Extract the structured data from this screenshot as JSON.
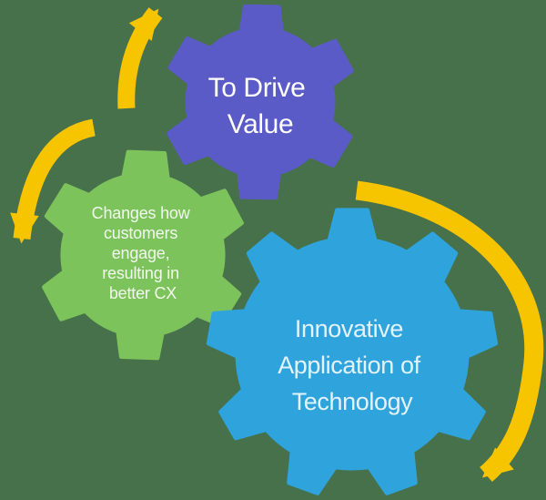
{
  "background_color": "#47714A",
  "arrows": {
    "color": "#F7C500"
  },
  "gears": [
    {
      "id": "to-drive-value",
      "color": "#5B5BC8",
      "text_color": "#FFFFFF",
      "lines": [
        "To Drive",
        "Value"
      ]
    },
    {
      "id": "customer-engagement",
      "color": "#7CC35B",
      "text_color": "#F2F9EE",
      "lines": [
        "Changes how",
        "customers",
        "engage,",
        "resulting in",
        "better CX"
      ]
    },
    {
      "id": "innovative-technology",
      "color": "#2FA3DC",
      "text_color": "#E3F3FB",
      "lines": [
        "Innovative",
        "Application of",
        "Technology"
      ]
    }
  ]
}
